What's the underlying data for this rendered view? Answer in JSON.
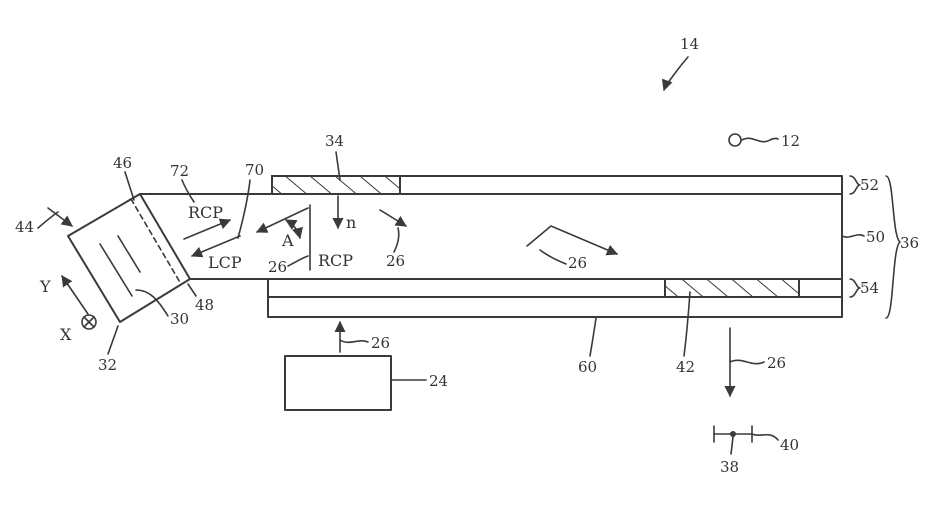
{
  "figure_number": "14",
  "refs": {
    "r12": "12",
    "r24": "24",
    "r26": "26",
    "r30": "30",
    "r32": "32",
    "r34": "34",
    "r36": "36",
    "r38": "38",
    "r40": "40",
    "r42": "42",
    "r44": "44",
    "r46": "46",
    "r48": "48",
    "r50": "50",
    "r52": "52",
    "r54": "54",
    "r60": "60",
    "r70": "70",
    "r72": "72"
  },
  "text": {
    "rcp": "RCP",
    "lcp": "LCP",
    "angle_a": "A",
    "normal_n": "n",
    "axis_x": "X",
    "axis_y": "Y"
  },
  "colors": {
    "line": "#3a3a3a",
    "background": "#ffffff"
  }
}
